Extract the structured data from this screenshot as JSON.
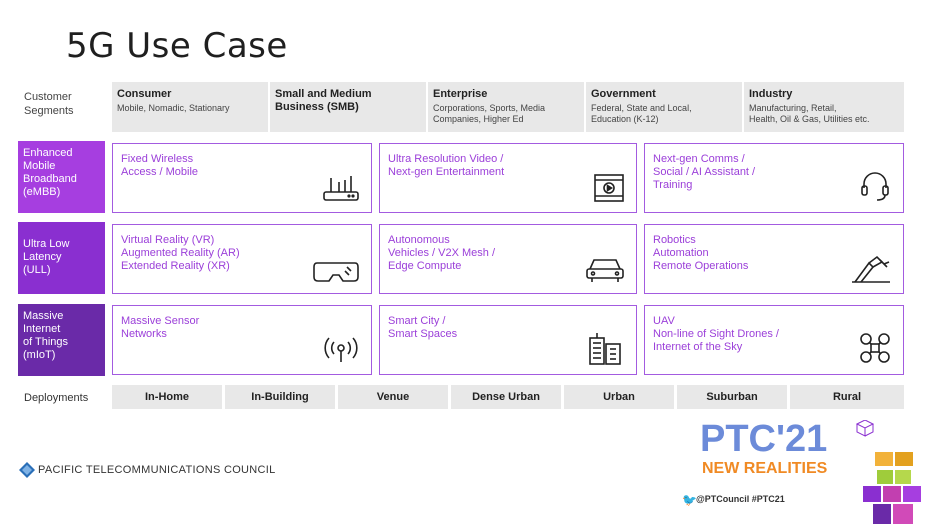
{
  "title": "5G Use Case",
  "customer_segments": {
    "label": [
      "Customer",
      "Segments"
    ],
    "items": [
      {
        "title": [
          "Consumer"
        ],
        "desc": [
          "Mobile, Nomadic, Stationary"
        ]
      },
      {
        "title": [
          "Small and Medium",
          "Business (SMB)"
        ],
        "desc": []
      },
      {
        "title": [
          "Enterprise"
        ],
        "desc": [
          "Corporations, Sports, Media",
          "Companies, Higher Ed"
        ]
      },
      {
        "title": [
          "Government"
        ],
        "desc": [
          "Federal, State and Local,",
          "Education (K-12)"
        ]
      },
      {
        "title": [
          "Industry"
        ],
        "desc": [
          "Manufacturing, Retail,",
          "Health, Oil & Gas, Utilities etc."
        ]
      }
    ]
  },
  "rows": [
    {
      "label": [
        "Enhanced",
        "Mobile",
        "Broadband",
        "(eMBB)"
      ],
      "color": "#a63ee0",
      "cells": [
        {
          "text": [
            "Fixed Wireless",
            "Access / Mobile"
          ],
          "icon": "router-icon"
        },
        {
          "text": [
            "Ultra Resolution Video /",
            "Next-gen Entertainment"
          ],
          "icon": "video-icon"
        },
        {
          "text": [
            "Next-gen Comms /",
            "Social / AI Assistant /",
            "Training"
          ],
          "icon": "headset-icon"
        }
      ]
    },
    {
      "label": [
        "Ultra Low",
        "Latency",
        "(ULL)"
      ],
      "color": "#8a2fd0",
      "cells": [
        {
          "text": [
            "Virtual Reality (VR)",
            "Augmented Reality (AR)",
            "Extended Reality (XR)"
          ],
          "icon": "vr-headset-icon"
        },
        {
          "text": [
            "Autonomous",
            "Vehicles / V2X Mesh /",
            "Edge Compute"
          ],
          "icon": "car-icon"
        },
        {
          "text": [
            "Robotics",
            "Automation",
            "Remote Operations"
          ],
          "icon": "robot-arm-icon"
        }
      ]
    },
    {
      "label": [
        "Massive",
        "Internet",
        "of Things",
        "(mIoT)"
      ],
      "color": "#6a2aa8",
      "cells": [
        {
          "text": [
            "Massive Sensor",
            "Networks"
          ],
          "icon": "sensor-icon"
        },
        {
          "text": [
            "Smart City /",
            "Smart Spaces"
          ],
          "icon": "building-icon"
        },
        {
          "text": [
            "UAV",
            "Non-line of Sight Drones /",
            "Internet of the Sky"
          ],
          "icon": "drone-icon"
        }
      ]
    }
  ],
  "deployments": {
    "label": "Deployments",
    "items": [
      "In-Home",
      "In-Building",
      "Venue",
      "Dense Urban",
      "Urban",
      "Suburban",
      "Rural"
    ]
  },
  "footer": {
    "org": "PACIFIC TELECOMMUNICATIONS COUNCIL",
    "event": "PTC'21",
    "tagline": "NEW REALITIES",
    "social": "@PTCouncil  #PTC21"
  }
}
